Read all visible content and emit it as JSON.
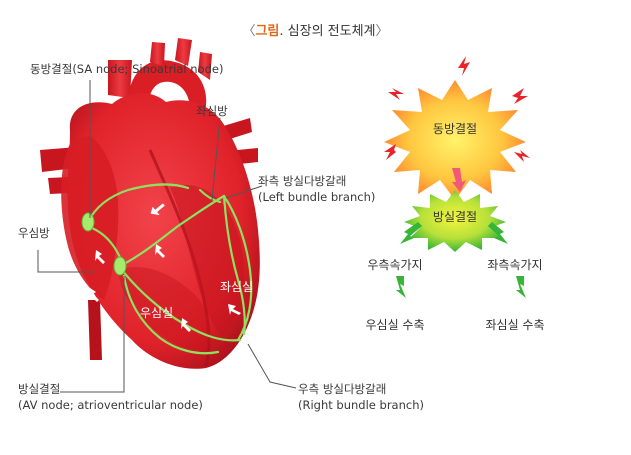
{
  "title": {
    "open": "〈",
    "highlight": "그림",
    "rest": ". 심장의 전도체계",
    "close": "〉"
  },
  "heart_labels": {
    "sa_node": "동방결절(SA node; Sinoatrial node)",
    "left_atrium": "좌심방",
    "left_bundle_ko": "좌측 방실다방갈래",
    "left_bundle_en": "(Left bundle branch)",
    "right_atrium": "우심방",
    "left_ventricle": "좌심실",
    "right_ventricle": "우심실",
    "av_node_ko": "방실결절",
    "av_node_en": "(AV node; atrioventricular node)",
    "right_bundle_ko": "우측 방실다방갈래",
    "right_bundle_en": "(Right bundle branch)"
  },
  "flow": {
    "sa_node": "동방결절",
    "av_node": "방실결절",
    "right_branch": "우측속가지",
    "left_branch": "좌측속가지",
    "right_contract": "우심실 수축",
    "left_contract": "좌심실 수축"
  },
  "colors": {
    "heart_red": "#e8242a",
    "heart_dark": "#b5121b",
    "conduction_green": "#7fd35a",
    "arrow_green": "#36b536",
    "sa_burst_orange": "#ff8a3a",
    "sa_burst_yellow": "#fff36a",
    "av_burst_green": "#3fbf2f",
    "av_burst_yellow": "#eef23a",
    "title_accent": "#e0661a"
  }
}
